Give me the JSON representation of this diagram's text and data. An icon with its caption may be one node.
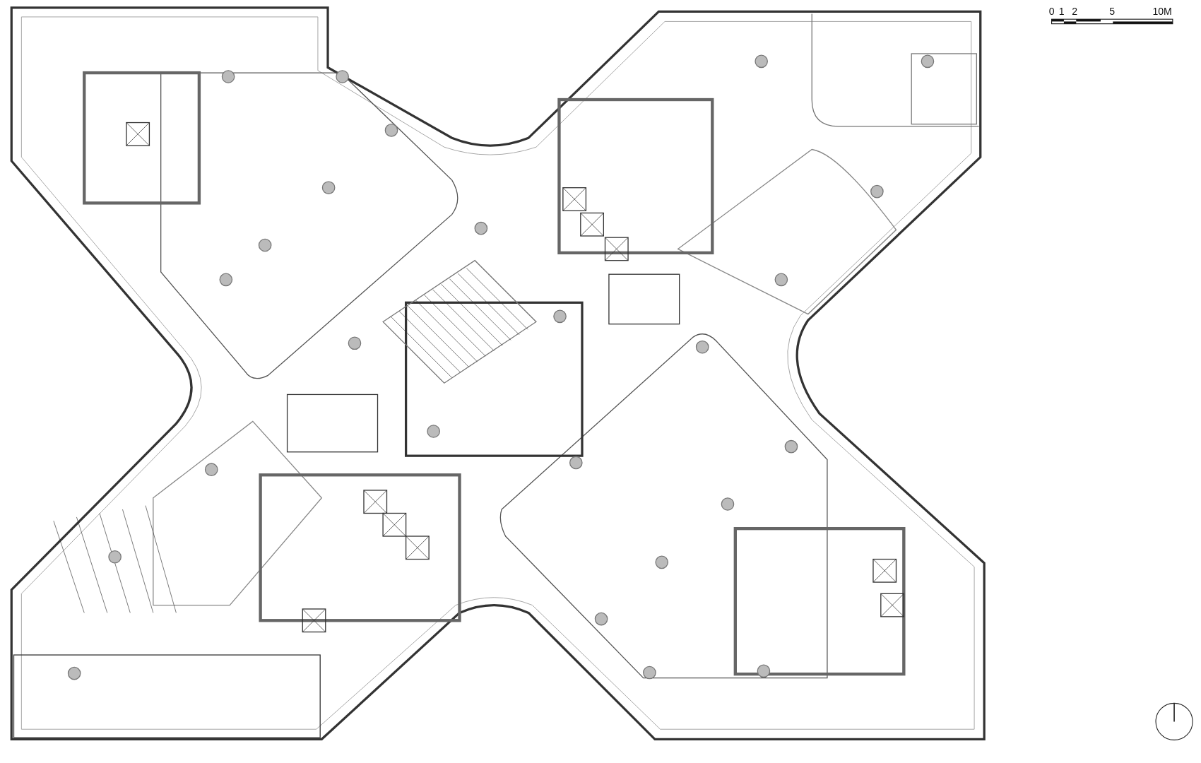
{
  "diagram": {
    "labels": [
      "0",
      "1",
      "2",
      "5",
      "10M"
    ]
  }
}
